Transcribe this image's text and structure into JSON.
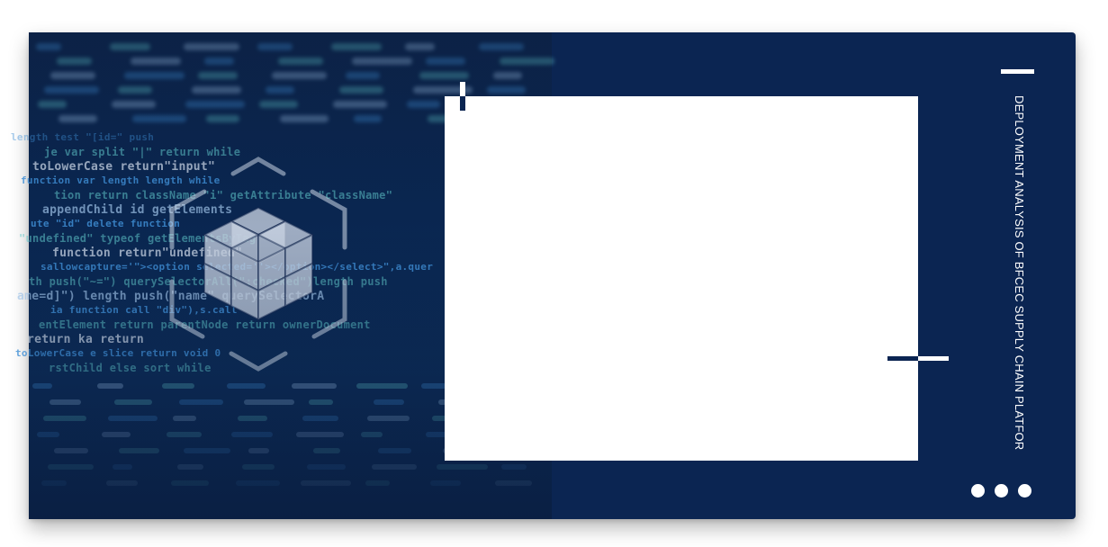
{
  "slide": {
    "title": "DEPLOYMENT ANALYSIS OF BFCEC SUPPLY CHAIN PLATFOR",
    "colors": {
      "navy": "#0b2552",
      "white": "#ffffff",
      "code_blue": "#3f8fd6",
      "code_teal": "#5fc6c9",
      "code_purple": "#c25bd1"
    },
    "background_image": {
      "icon": "cube-hexagon-icon",
      "code_lines": [
        "length      test      \"[id=\"    push",
        "je    var   split \"|\"   return while",
        "    toLowerCase   return\"input\"",
        "function   var   length   length while",
        "tion   return   className \"i\"  getAttribute \"className\"",
        "   appendChild   id          getElements",
        "ute \"id\"   delete          function",
        "\"undefined\"  typeof               getElementsByTag",
        "    function               return\"undefined\"",
        "sallowcapture='\"><option selected=''></option></select>\",a.quer",
        "th   push(\"~=\")  querySelectorAll(\":checked\")length  push",
        "ame=d]\") length      push(\"name\"      querySelectorA",
        "   ia function    call    \"div\"),s.call",
        "entElement   return  parentNode return   ownerDocument",
        "   return   ka              return",
        "   toLowerCase    e    slice   return void 0",
        "rstChild                 else    sort   while"
      ]
    }
  }
}
